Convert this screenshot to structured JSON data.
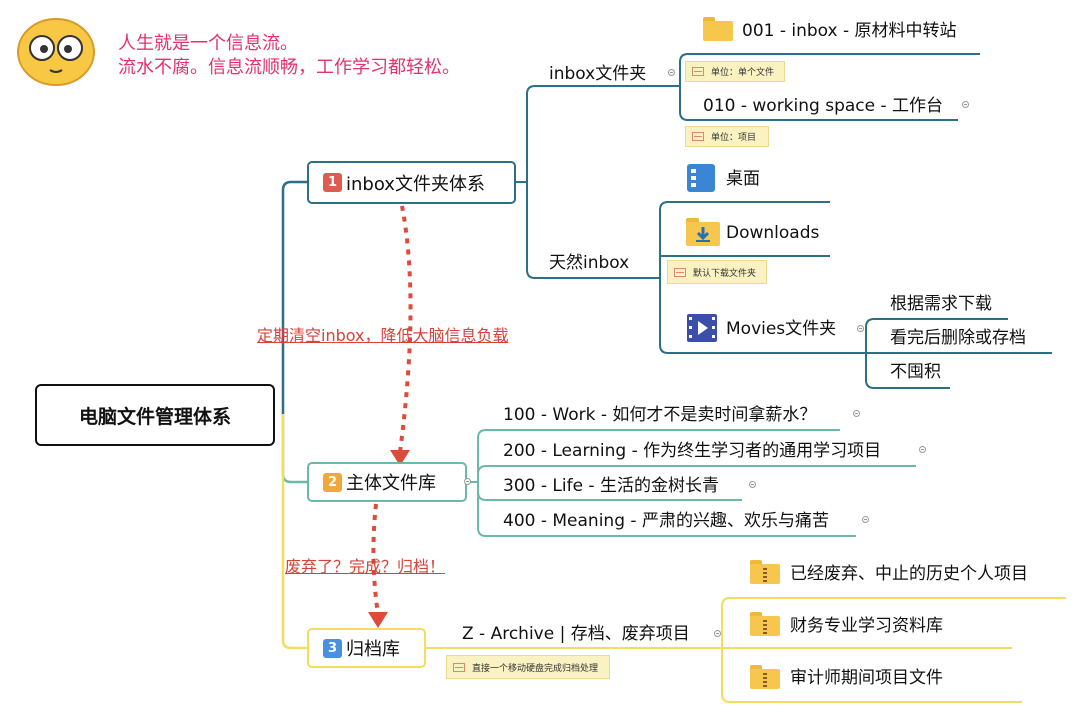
{
  "quote": {
    "line1": "人生就是一个信息流。",
    "line2": "流水不腐。信息流顺畅，工作学习都轻松。"
  },
  "colors": {
    "teal": "#2d6f84",
    "green": "#6bbaa9",
    "yellow": "#f2dd5e",
    "arrow": "#e04a3a",
    "pink": "#e2336c"
  },
  "root": "电脑文件管理体系",
  "branches": [
    {
      "num": "1",
      "label": "inbox文件夹体系",
      "badge_color": "#e05a4f"
    },
    {
      "num": "2",
      "label": "主体文件库",
      "badge_color": "#f0a83c"
    },
    {
      "num": "3",
      "label": "归档库",
      "badge_color": "#4a90e2"
    }
  ],
  "inbox": {
    "folder_label": "inbox文件夹",
    "item1": "001 - inbox - 原材料中转站",
    "note1": "单位：单个文件",
    "item2": "010 - working space - 工作台",
    "note2": "单位：项目",
    "natural_label": "天然inbox",
    "desktop": "桌面",
    "downloads": "Downloads",
    "downloads_note": "默认下载文件夹",
    "movies": "Movies文件夹",
    "movies_children": [
      "根据需求下载",
      "看完后删除或存档",
      "不囤积"
    ]
  },
  "main_lib": [
    "100 - Work - 如何才不是卖时间拿薪水？",
    "200 - Learning - 作为终生学习者的通用学习项目",
    "300 - Life - 生活的金树长青",
    "400 - Meaning - 严肃的兴趣、欢乐与痛苦"
  ],
  "archive": {
    "label": "Z - Archive | 存档、废弃项目",
    "note": "直接一个移动硬盘完成归档处理",
    "items": [
      "已经废弃、中止的历史个人项目",
      "财务专业学习资料库",
      "审计师期间项目文件"
    ]
  },
  "annotations": {
    "a1": "定期清空inbox，降低大脑信息负载",
    "a2": "废弃了？完成？归档！"
  },
  "icons": {
    "avatar": "cat-emoji-icon",
    "folder": "folder-icon",
    "desktop": "desktop-icon",
    "downloads": "downloads-folder-icon",
    "movies": "movies-icon",
    "zip": "zip-folder-icon"
  }
}
